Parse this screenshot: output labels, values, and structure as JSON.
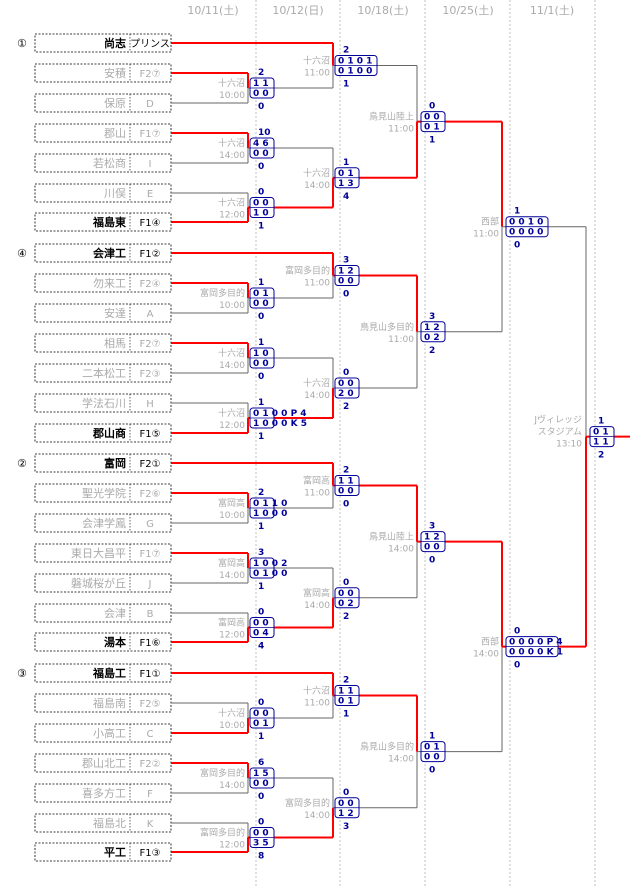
{
  "dates": [
    "10/11(土)",
    "10/12(日)",
    "10/18(土)",
    "10/25(土)",
    "11/1(土)"
  ],
  "blocks": [
    "①",
    "④",
    "②",
    "③"
  ],
  "teams": [
    {
      "name": "尚志",
      "seed": "プリンス",
      "bold": true
    },
    {
      "name": "安積",
      "seed": "F2⑦",
      "bold": false
    },
    {
      "name": "保原",
      "seed": "D",
      "bold": false
    },
    {
      "name": "郡山",
      "seed": "F1⑦",
      "bold": false
    },
    {
      "name": "若松商",
      "seed": "I",
      "bold": false
    },
    {
      "name": "川俣",
      "seed": "E",
      "bold": false
    },
    {
      "name": "福島東",
      "seed": "F1④",
      "bold": true
    },
    {
      "name": "会津工",
      "seed": "F1②",
      "bold": true
    },
    {
      "name": "勿来工",
      "seed": "F2④",
      "bold": false
    },
    {
      "name": "安達",
      "seed": "A",
      "bold": false
    },
    {
      "name": "相馬",
      "seed": "F2⑦",
      "bold": false
    },
    {
      "name": "二本松工",
      "seed": "F2③",
      "bold": false
    },
    {
      "name": "学法石川",
      "seed": "H",
      "bold": false
    },
    {
      "name": "郡山商",
      "seed": "F1⑤",
      "bold": true
    },
    {
      "name": "富岡",
      "seed": "F2①",
      "bold": true
    },
    {
      "name": "聖光学院",
      "seed": "F2⑥",
      "bold": false
    },
    {
      "name": "会津学鳳",
      "seed": "G",
      "bold": false
    },
    {
      "name": "東日大昌平",
      "seed": "F1⑦",
      "bold": false
    },
    {
      "name": "磐城桜が丘",
      "seed": "J",
      "bold": false
    },
    {
      "name": "会津",
      "seed": "B",
      "bold": false
    },
    {
      "name": "湯本",
      "seed": "F1⑥",
      "bold": true
    },
    {
      "name": "福島工",
      "seed": "F1①",
      "bold": true
    },
    {
      "name": "福島南",
      "seed": "F2⑤",
      "bold": false
    },
    {
      "name": "小高工",
      "seed": "C",
      "bold": false
    },
    {
      "name": "郡山北工",
      "seed": "F2②",
      "bold": false
    },
    {
      "name": "喜多方工",
      "seed": "F",
      "bold": false
    },
    {
      "name": "福島北",
      "seed": "K",
      "bold": false
    },
    {
      "name": "平工",
      "seed": "F1③",
      "bold": true
    }
  ],
  "r1": [
    {
      "venue": "十六沼",
      "time": "10:00",
      "total_top": "2",
      "total_bot": "0",
      "top": "1 1",
      "bot": "0 0"
    },
    {
      "venue": "十六沼",
      "time": "14:00",
      "total_top": "10",
      "total_bot": "0",
      "top": "4 6",
      "bot": "0 0"
    },
    {
      "venue": "十六沼",
      "time": "12:00",
      "total_top": "0",
      "total_bot": "1",
      "top": "0 0",
      "bot": "1 0"
    },
    {
      "venue": "富岡多目的",
      "time": "10:00",
      "total_top": "1",
      "total_bot": "0",
      "top": "0 1",
      "bot": "0 0"
    },
    {
      "venue": "十六沼",
      "time": "14:00",
      "total_top": "1",
      "total_bot": "0",
      "top": "1 0",
      "bot": "0 0"
    },
    {
      "venue": "十六沼",
      "time": "12:00",
      "total_top": "1",
      "total_bot": "1",
      "top": "0 1 0 0  P 4",
      "bot": "1 0 0 0  K 5"
    },
    {
      "venue": "富岡高",
      "time": "10:00",
      "total_top": "2",
      "total_bot": "1",
      "top": "0 1 1 0",
      "bot": "1 0 0 0"
    },
    {
      "venue": "富岡高",
      "time": "14:00",
      "total_top": "3",
      "total_bot": "1",
      "top": "1 0 0 2",
      "bot": "0 1 0 0"
    },
    {
      "venue": "富岡高",
      "time": "12:00",
      "total_top": "0",
      "total_bot": "4",
      "top": "0 0",
      "bot": "0 4"
    },
    {
      "venue": "十六沼",
      "time": "10:00",
      "total_top": "0",
      "total_bot": "1",
      "top": "0 0",
      "bot": "0 1"
    },
    {
      "venue": "富岡多目的",
      "time": "14:00",
      "total_top": "6",
      "total_bot": "0",
      "top": "1 5",
      "bot": "0 0"
    },
    {
      "venue": "富岡多目的",
      "time": "12:00",
      "total_top": "0",
      "total_bot": "8",
      "top": "0 0",
      "bot": "3 5"
    }
  ],
  "r2": [
    {
      "venue": "十六沼",
      "time": "11:00",
      "total_top": "2",
      "total_bot": "1",
      "top": "0 1 0 1",
      "bot": "0 1 0 0"
    },
    {
      "venue": "十六沼",
      "time": "14:00",
      "total_top": "1",
      "total_bot": "4",
      "top": "0 1",
      "bot": "1 3"
    },
    {
      "venue": "富岡多目的",
      "time": "11:00",
      "total_top": "3",
      "total_bot": "0",
      "top": "1 2",
      "bot": "0 0"
    },
    {
      "venue": "十六沼",
      "time": "14:00",
      "total_top": "0",
      "total_bot": "2",
      "top": "0 0",
      "bot": "2 0"
    },
    {
      "venue": "富岡高",
      "time": "11:00",
      "total_top": "2",
      "total_bot": "0",
      "top": "1 1",
      "bot": "0 0"
    },
    {
      "venue": "富岡高",
      "time": "14:00",
      "total_top": "0",
      "total_bot": "2",
      "top": "0 0",
      "bot": "0 2"
    },
    {
      "venue": "十六沼",
      "time": "11:00",
      "total_top": "2",
      "total_bot": "1",
      "top": "1 1",
      "bot": "0 1"
    },
    {
      "venue": "富岡多目的",
      "time": "14:00",
      "total_top": "0",
      "total_bot": "3",
      "top": "0 0",
      "bot": "1 2"
    }
  ],
  "r3": [
    {
      "venue": "鳥見山陸上",
      "time": "11:00",
      "total_top": "0",
      "total_bot": "1",
      "top": "0 0",
      "bot": "0 1"
    },
    {
      "venue": "鳥見山多目的",
      "time": "11:00",
      "total_top": "3",
      "total_bot": "2",
      "top": "1 2",
      "bot": "0 2"
    },
    {
      "venue": "鳥見山陸上",
      "time": "14:00",
      "total_top": "3",
      "total_bot": "0",
      "top": "1 2",
      "bot": "0 0"
    },
    {
      "venue": "鳥見山多目的",
      "time": "14:00",
      "total_top": "1",
      "total_bot": "0",
      "top": "0 1",
      "bot": "0 0"
    }
  ],
  "r4": [
    {
      "venue": "西部",
      "time": "11:00",
      "total_top": "1",
      "total_bot": "0",
      "top": "0 0 1 0",
      "bot": "0 0 0 0"
    },
    {
      "venue": "西部",
      "time": "14:00",
      "total_top": "0",
      "total_bot": "0",
      "top": "0 0 0 0  P 4",
      "bot": "0 0 0 0  K 1"
    }
  ],
  "final": {
    "venue": "Jヴィレッジ\nスタジアム",
    "time": "13:10",
    "total_top": "1",
    "total_bot": "2",
    "top": "0 1",
    "bot": "1 1"
  },
  "colors": {
    "win": "#ff0000",
    "lose": "#666666",
    "score": "#000099",
    "grid": "#c0c0c0",
    "muted": "#aaaaaa"
  }
}
